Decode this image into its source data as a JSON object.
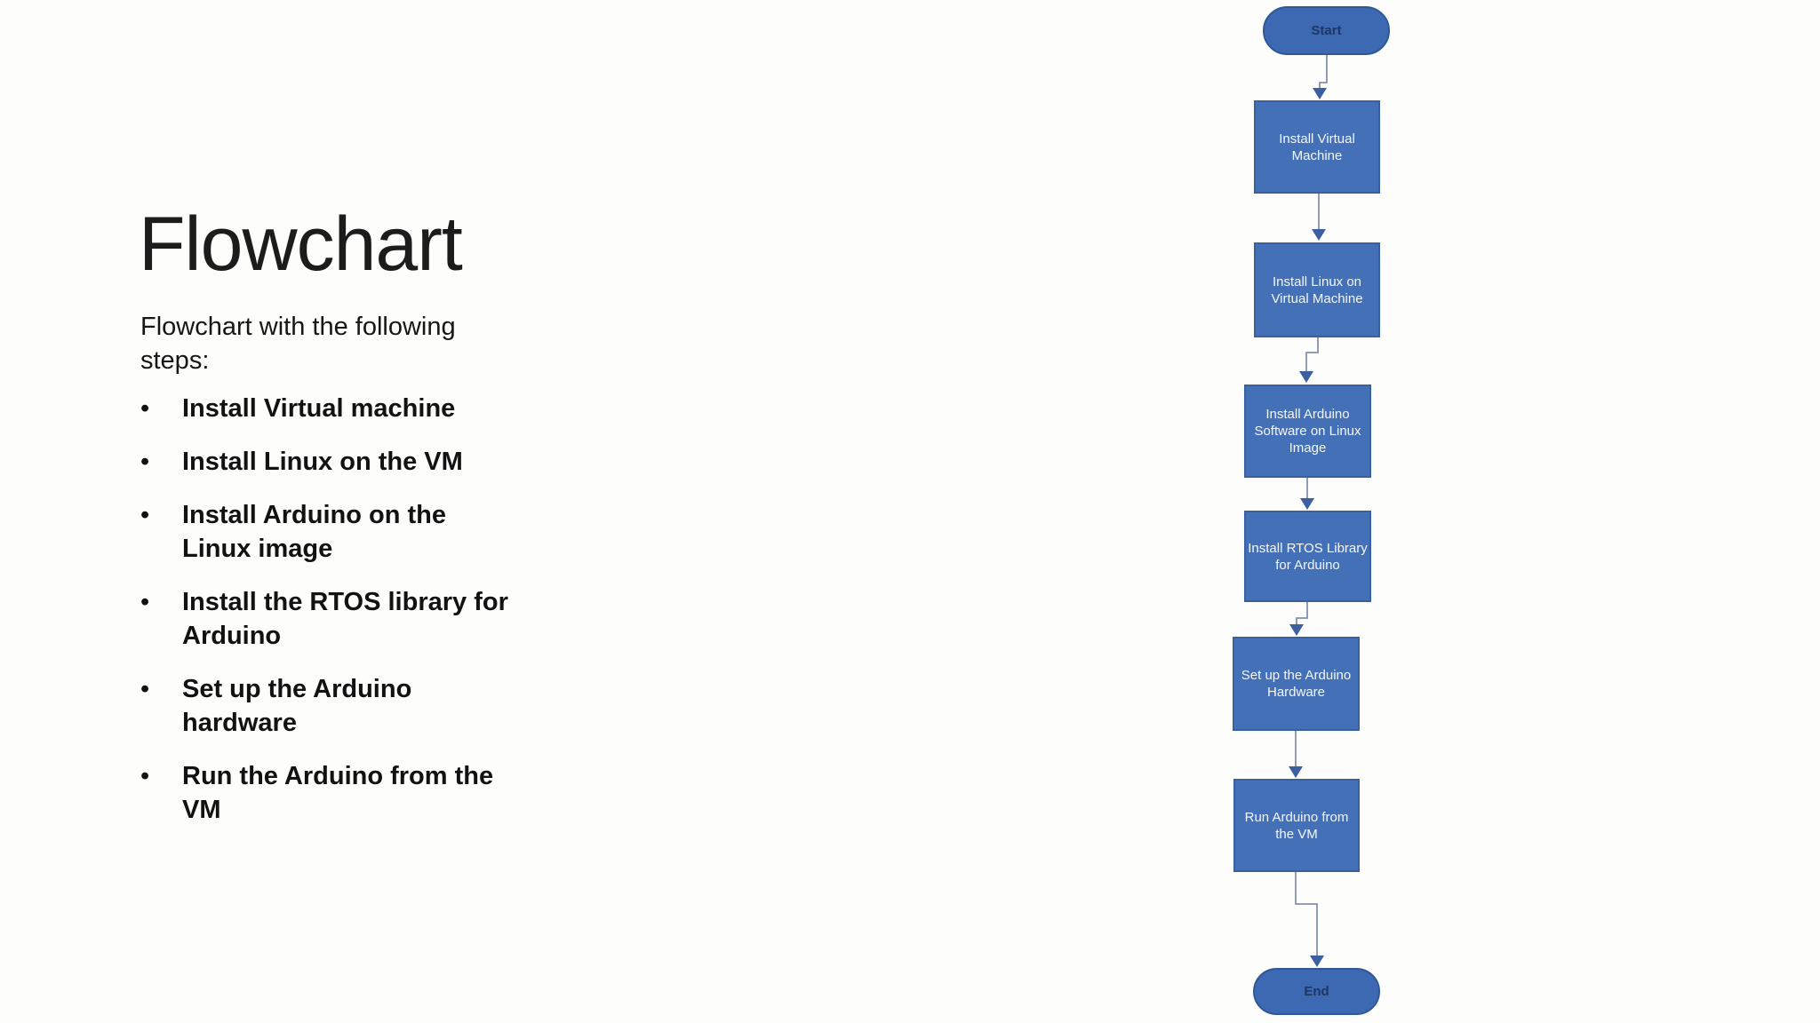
{
  "slide": {
    "title": "Flowchart",
    "subtitle": "Flowchart with the following\nsteps:",
    "bullet_glyph": "•",
    "bullets": [
      "Install Virtual machine",
      "Install Linux on the VM",
      "Install Arduino on the\nLinux image",
      "Install the RTOS library for\nArduino",
      "Set up the Arduino\nhardware",
      "Run the Arduino from the\nVM"
    ]
  },
  "flowchart": {
    "nodes": [
      {
        "id": "start",
        "type": "terminator",
        "label": "Start"
      },
      {
        "id": "install-vm",
        "type": "process",
        "label": "Install Virtual\nMachine"
      },
      {
        "id": "install-linux",
        "type": "process",
        "label": "Install Linux on\nVirtual Machine"
      },
      {
        "id": "install-arduino",
        "type": "process",
        "label": "Install Arduino\nSoftware on Linux\nImage"
      },
      {
        "id": "install-rtos",
        "type": "process",
        "label": "Install RTOS Library\nfor Arduino"
      },
      {
        "id": "setup-hardware",
        "type": "process",
        "label": "Set up the Arduino\nHardware"
      },
      {
        "id": "run-arduino",
        "type": "process",
        "label": "Run Arduino from\nthe VM"
      },
      {
        "id": "end",
        "type": "terminator",
        "label": "End"
      }
    ],
    "colors": {
      "process_fill": "#4470b8",
      "process_border": "#39619f",
      "process_text": "#f4f7fc",
      "terminator_fill": "#3d69b2",
      "terminator_border": "#2f5894",
      "terminator_text": "#1e3763",
      "connector_line": "#8291ad",
      "arrowhead": "#3c5fa0"
    }
  }
}
